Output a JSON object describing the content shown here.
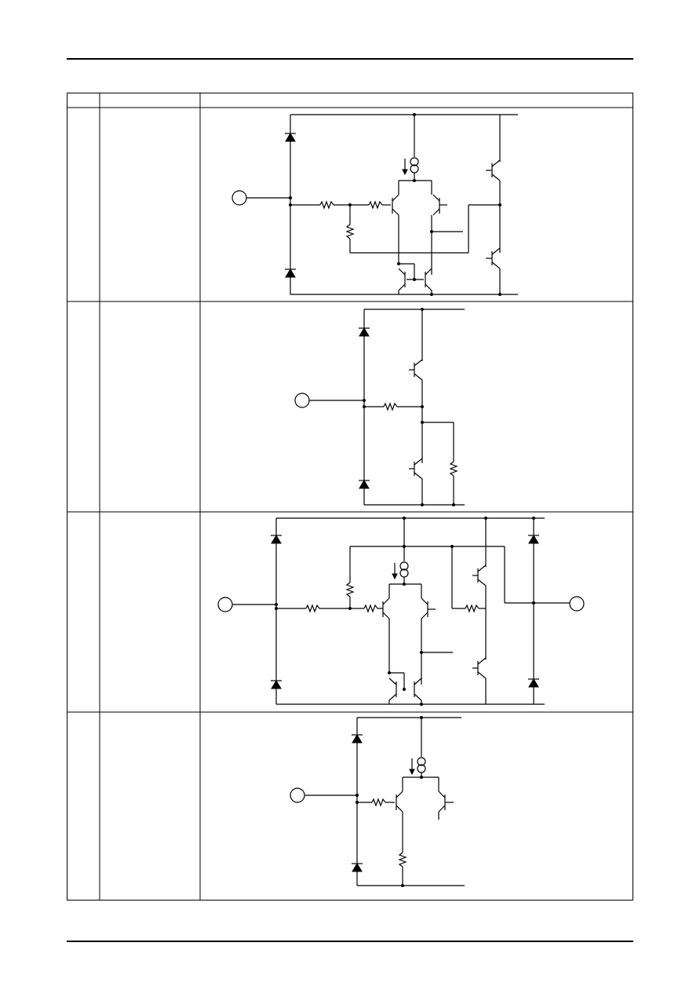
{
  "page": {
    "header_rule": "",
    "footer_rule": ""
  },
  "table": {
    "columns": [
      "",
      "",
      ""
    ],
    "rows": [
      {
        "pin": "",
        "name": "",
        "circuit": "equivalent-circuit-1"
      },
      {
        "pin": "",
        "name": "",
        "circuit": "equivalent-circuit-2"
      },
      {
        "pin": "",
        "name": "",
        "circuit": "equivalent-circuit-3"
      },
      {
        "pin": "",
        "name": "",
        "circuit": "equivalent-circuit-4"
      }
    ]
  },
  "colors": {
    "ink": "#000000",
    "paper": "#ffffff"
  }
}
